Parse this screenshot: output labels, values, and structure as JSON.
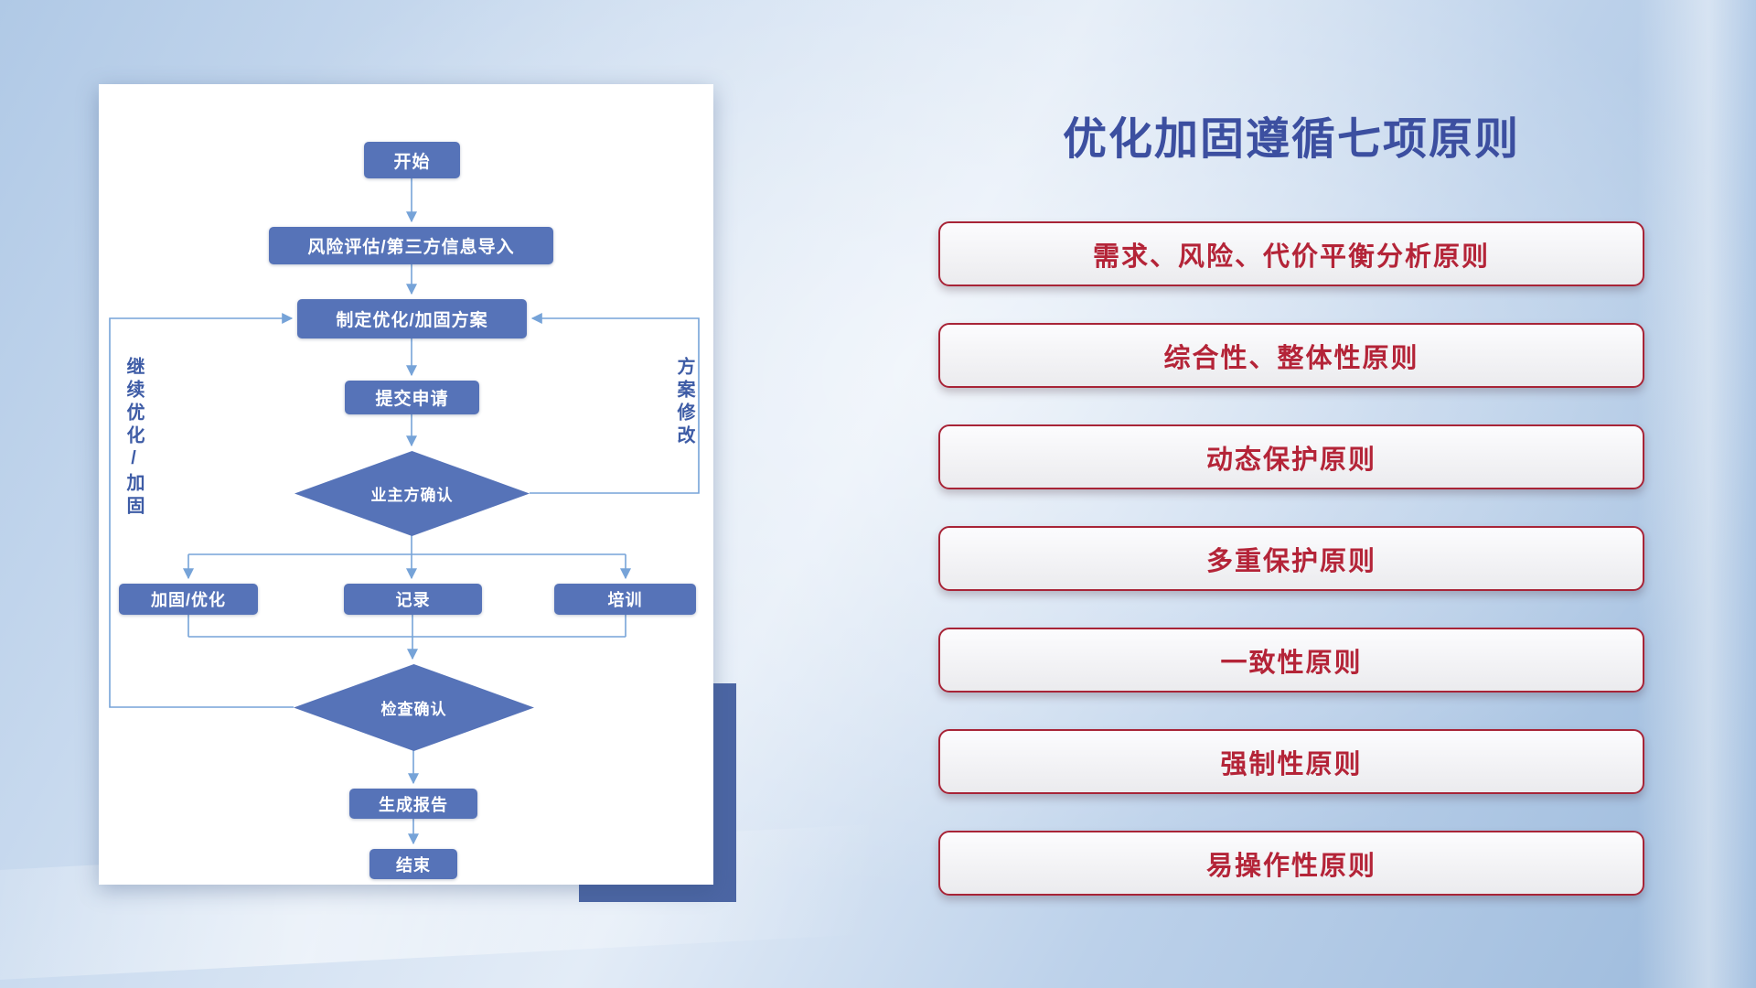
{
  "title": "优化加固遵循七项原则",
  "flow": {
    "start": "开始",
    "risk": "风险评估/第三方信息导入",
    "plan": "制定优化/加固方案",
    "submit": "提交申请",
    "owner_confirm": "业主方确认",
    "harden": "加固/优化",
    "record": "记录",
    "train": "培训",
    "check_confirm": "检查确认",
    "report": "生成报告",
    "end": "结束",
    "side_left": "继续优化/加固",
    "side_right": "方案修改"
  },
  "principles": [
    "需求、风险、代价平衡分析原则",
    "综合性、整体性原则",
    "动态保护原则",
    "多重保护原则",
    "一致性原则",
    "强制性原则",
    "易操作性原则"
  ],
  "colors": {
    "node_blue": "#5673b8",
    "accent_block_blue": "#4c66a4",
    "connector_blue": "#76a3d8",
    "title_blue": "#3c4fa0",
    "principle_red": "#b42438",
    "principle_border": "#a82437"
  }
}
